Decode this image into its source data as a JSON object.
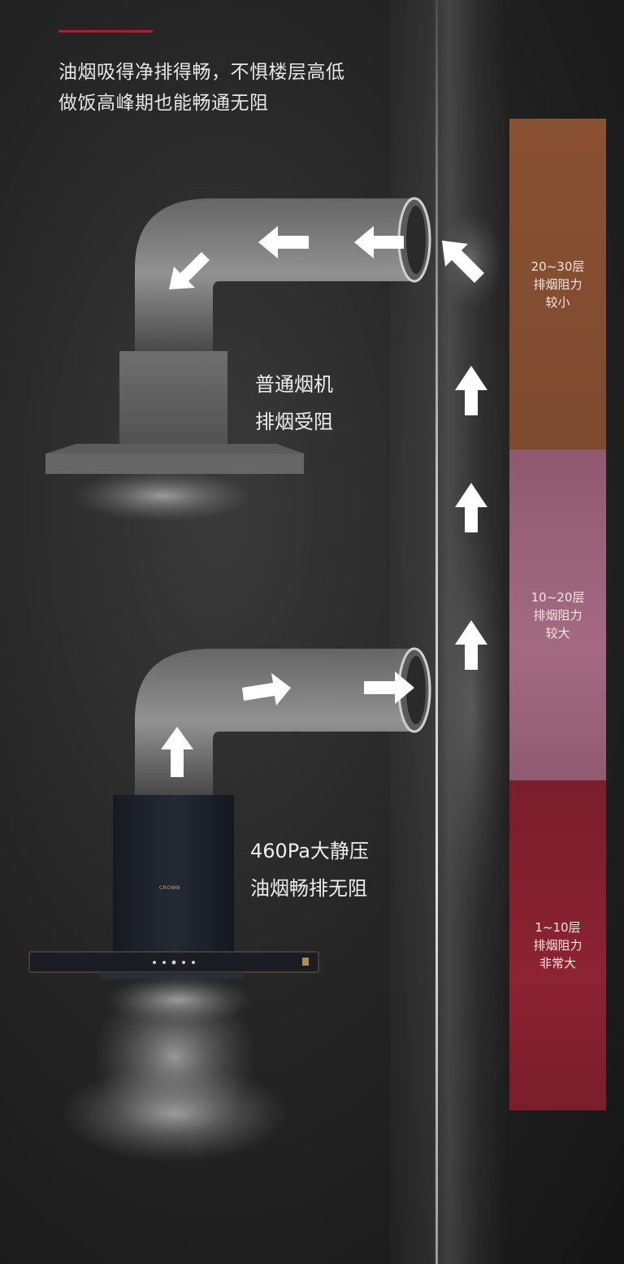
{
  "headline": {
    "line1": "油烟吸得净排得畅，不惧楼层高低",
    "line2": "做饭高峰期也能畅通无阻"
  },
  "ordinary_hood": {
    "line1": "普通烟机",
    "line2": "排烟受阻"
  },
  "product_hood": {
    "line1": "460Pa大静压",
    "line2": "油烟畅排无阻",
    "brand_mark": "CROWN"
  },
  "floors": [
    {
      "range": "20~30层",
      "desc_1": "排烟阻力",
      "desc_2": "较小",
      "color": "#8a5132"
    },
    {
      "range": "10~20层",
      "desc_1": "排烟阻力",
      "desc_2": "较大",
      "color": "#9c6680"
    },
    {
      "range": "1~10层",
      "desc_1": "排烟阻力",
      "desc_2": "非常大",
      "color": "#85202f"
    }
  ],
  "colors": {
    "accent": "#b0202a",
    "background": "#1e1e1e"
  },
  "icons": [
    "arrow-left-icon",
    "arrow-up-icon",
    "arrow-right-icon",
    "arrow-up-left-icon",
    "arrow-down-left-icon"
  ]
}
